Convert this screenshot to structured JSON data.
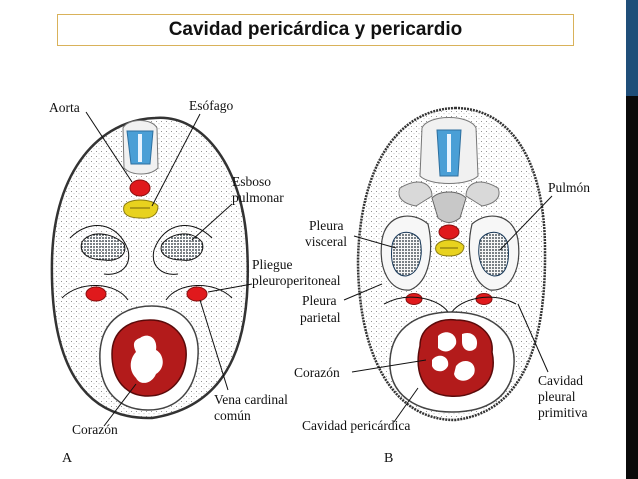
{
  "title": "Cavidad pericárdica y pericardio",
  "colors": {
    "accent_bar": "#1f4e79",
    "dark_bar": "#0a0a0a",
    "heart": "#b31b1b",
    "aorta": "#e0191c",
    "esophagus": "#e8d21e",
    "notochord": "#4a9fd6",
    "lung_bud": "#2b3c4a"
  },
  "panel_a": {
    "letter": "A",
    "labels": {
      "aorta": "Aorta",
      "esofago": "Esófago",
      "esboso_1": "Esboso",
      "esboso_2": "pulmonar",
      "pliegue_1": "Pliegue",
      "pliegue_2": "pleuroperitoneal",
      "vena_1": "Vena cardinal",
      "vena_2": "común",
      "corazon": "Corazón"
    }
  },
  "panel_b": {
    "letter": "B",
    "labels": {
      "pulmon": "Pulmón",
      "pleura_v1": "Pleura",
      "pleura_v2": "visceral",
      "pleura_p1": "Pleura",
      "pleura_p2": "parietal",
      "corazon": "Corazón",
      "cavidad_peri": "Cavidad pericárdica",
      "cavidad_pl1": "Cavidad",
      "cavidad_pl2": "pleural",
      "cavidad_pl3": "primitiva"
    }
  }
}
